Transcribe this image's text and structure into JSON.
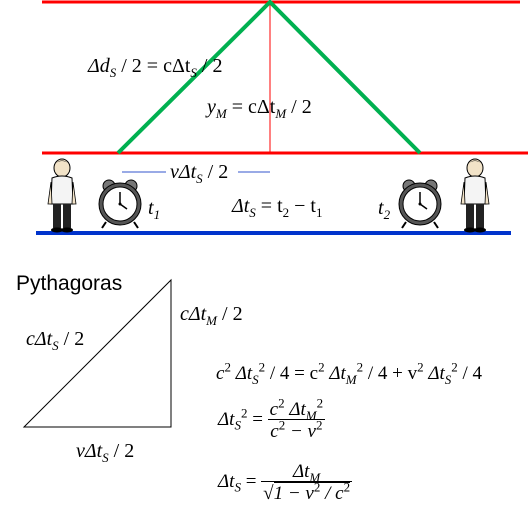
{
  "diagram": {
    "colors": {
      "mirror": "#ff0000",
      "light_path": "#00b050",
      "ground": "#0033cc",
      "baseline": "#3355cc"
    },
    "labels": {
      "diag_path_lhs": "Δd",
      "diag_path_lhs_sub": "S",
      "diag_path_rhs": "/ 2 = cΔt",
      "diag_path_rhs_sub": "S",
      "diag_path_tail": "/ 2",
      "ym_lhs": "y",
      "ym_lhs_sub": "M",
      "ym_mid": " = cΔt",
      "ym_mid_sub": "M",
      "ym_tail": " / 2",
      "vdt_a": "vΔt",
      "vdt_sub": "S",
      "vdt_tail": " / 2",
      "t1": "t",
      "t1_sub": "1",
      "t2": "t",
      "t2_sub": "2",
      "dts_a": "Δt",
      "dts_sub": "S",
      "dts_b": " = t",
      "dts_b_sub": "2",
      "dts_c": " − t",
      "dts_c_sub": "1"
    },
    "icons": [
      "observer-left",
      "clock-left",
      "clock-right",
      "observer-right"
    ]
  },
  "pythagoras": {
    "title": "Pythagoras",
    "hyp_a": "cΔt",
    "hyp_sub": "S",
    "hyp_tail": " / 2",
    "leg_v_a": "cΔt",
    "leg_v_sub": "M",
    "leg_v_tail": " / 2",
    "leg_h_a": "vΔt",
    "leg_h_sub": "S",
    "leg_h_tail": " / 2",
    "eq1": {
      "p1": "c",
      "p1_sup": "2",
      "p2": " Δt",
      "p2_sub": "S",
      "p2_sup": "2",
      "p3": " / 4 = c",
      "p3_sup": "2",
      "p4": " Δt",
      "p4_sub": "M",
      "p4_sup": "2",
      "p5": " / 4 + v",
      "p5_sup": "2",
      "p6": " Δt",
      "p6_sub": "S",
      "p6_sup": "2",
      "p7": " / 4"
    },
    "eq2": {
      "lhs": "Δt",
      "lhs_sub": "S",
      "lhs_sup": "2",
      "eq": " =",
      "num_a": "c",
      "num_a_sup": "2",
      "num_b": " Δt",
      "num_b_sub": "M",
      "num_b_sup": "2",
      "den_a": "c",
      "den_a_sup": "2",
      "den_b": " − v",
      "den_b_sup": "2"
    },
    "eq3": {
      "lhs": "Δt",
      "lhs_sub": "S",
      "eq": " =",
      "num": "Δt",
      "num_sub": "M",
      "den_a": "1 − v",
      "den_a_sup": "2",
      "den_b": " / c",
      "den_b_sup": "2"
    }
  }
}
